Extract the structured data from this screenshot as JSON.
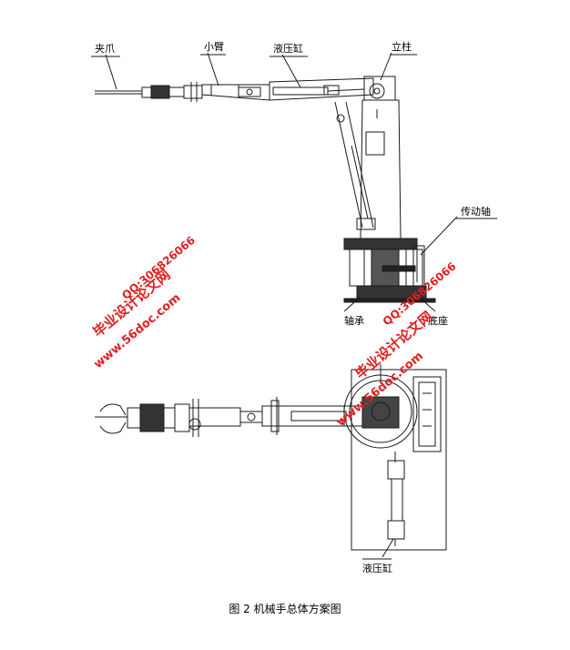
{
  "labels": {
    "clamp": "夹爪",
    "forearm": "小臂",
    "cylinder_top": "液压缸",
    "column": "立柱",
    "drive_shaft": "传动轴",
    "bearing": "轴承",
    "base": "底座",
    "cylinder_bottom": "液压缸"
  },
  "watermark": {
    "site_cn": "毕业设计论文网",
    "site_url": "www.56doc.com",
    "qq": "QQ:306826066"
  },
  "caption": "图 2 机械手总体方案图",
  "colors": {
    "line": "#1a1a1a",
    "watermark": "#e02020"
  }
}
